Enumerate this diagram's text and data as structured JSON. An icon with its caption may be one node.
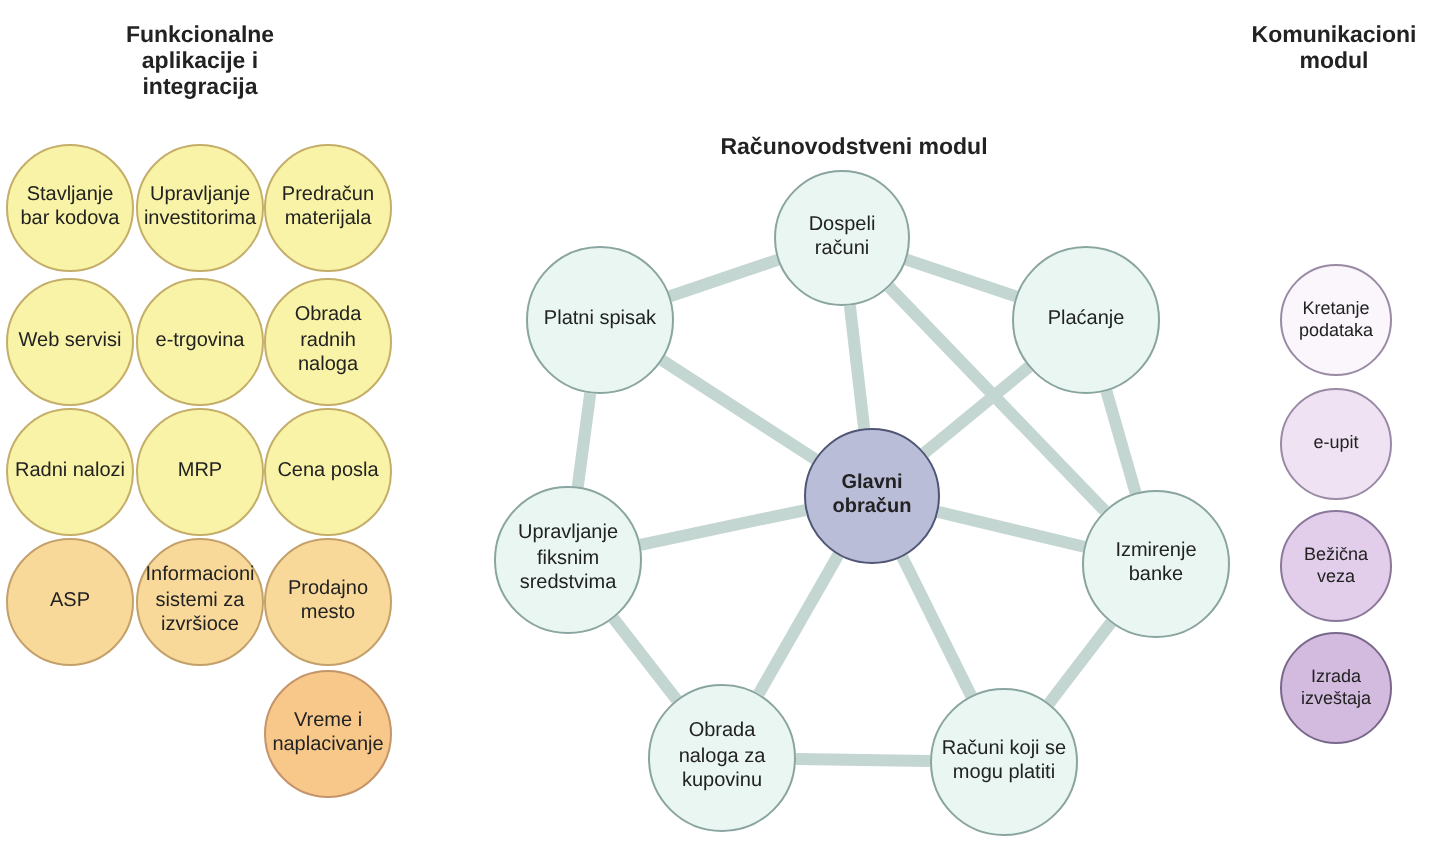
{
  "diagram": {
    "nodes": [
      {
        "text": [
          "Stavljanje bar kodova"
        ]
      },
      {
        "text": [
          "Upravljanje investitorima"
        ]
      },
      {
        "text": [
          "Predračun materijala"
        ]
      },
      {
        "text": [
          "Web servisi"
        ]
      },
      {
        "text": [
          "e-trgovina"
        ]
      },
      {
        "text": [
          "Obrada radnih naloga"
        ]
      },
      {
        "text": [
          "Radni nalozi"
        ]
      },
      {
        "text": [
          "MRP"
        ]
      },
      {
        "text": [
          "Cena posla"
        ]
      },
      {
        "text": [
          "ASP"
        ]
      },
      {
        "text": [
          "Informacioni sistemi za izvršioce"
        ]
      },
      {
        "text": [
          "Prodajno mesto"
        ]
      },
      {
        "text": [
          "Vreme i naplacivanje"
        ]
      },
      {
        "text": [
          "Dospeli računi"
        ]
      },
      {
        "text": [
          "Platni spisak"
        ]
      },
      {
        "text": [
          "Plaćanje"
        ]
      },
      {
        "text": [
          "Glavni obračun"
        ]
      },
      {
        "text": [
          "Upravljanje fiksnim sredstvima"
        ]
      },
      {
        "text": [
          "Izmirenje banke"
        ]
      },
      {
        "text": [
          "Obrada naloga za kupovinu"
        ]
      },
      {
        "text": [
          "Računi koji se mogu platiti"
        ]
      },
      {
        "text": [
          "Kretanje podataka"
        ]
      },
      {
        "text": [
          "e-upit"
        ]
      },
      {
        "text": [
          "Bežična veza"
        ]
      },
      {
        "text": [
          "Izrada izveštaja"
        ]
      }
    ],
    "edges": [
      {
        "from": 13,
        "to": 14,
        "arrow": "none"
      },
      {
        "from": 13,
        "to": 15,
        "arrow": "none"
      },
      {
        "from": 13,
        "to": 18,
        "arrow": "none"
      },
      {
        "from": 13,
        "to": 16,
        "arrow": "none"
      },
      {
        "from": 14,
        "to": 16,
        "arrow": "none"
      },
      {
        "from": 15,
        "to": 16,
        "arrow": "none"
      },
      {
        "from": 14,
        "to": 17,
        "arrow": "none"
      },
      {
        "from": 15,
        "to": 18,
        "arrow": "none"
      },
      {
        "from": 16,
        "to": 17,
        "arrow": "none"
      },
      {
        "from": 16,
        "to": 18,
        "arrow": "none"
      },
      {
        "from": 17,
        "to": 19,
        "arrow": "none"
      },
      {
        "from": 16,
        "to": 19,
        "arrow": "none"
      },
      {
        "from": 16,
        "to": 20,
        "arrow": "none"
      },
      {
        "from": 18,
        "to": 20,
        "arrow": "none"
      },
      {
        "from": 19,
        "to": 20,
        "arrow": "none"
      }
    ],
    "labels": [
      "Funkcionalne aplikacije i integracija",
      "Računovodstveni modul",
      "Komunikacioni modul"
    ]
  }
}
